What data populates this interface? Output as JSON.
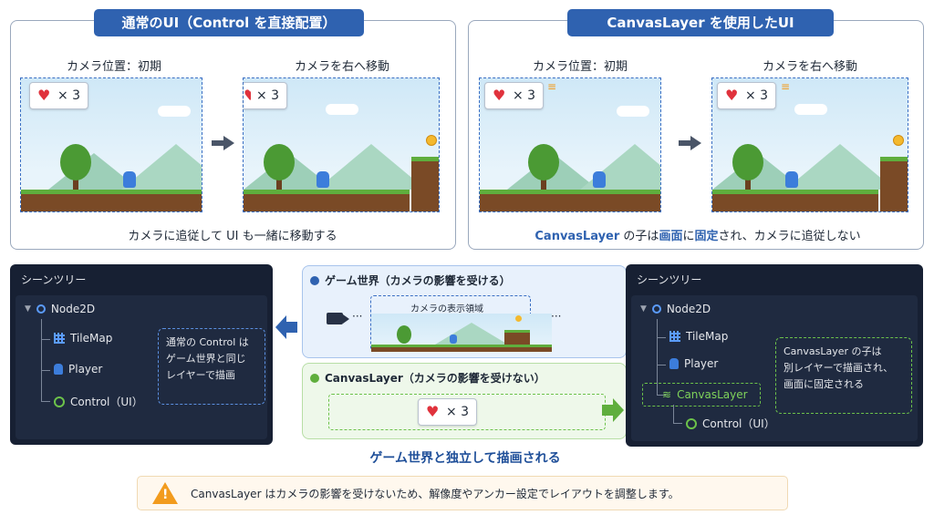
{
  "left_panel": {
    "title": "通常のUI（Control を直接配置）",
    "before_label": "カメラ位置：初期",
    "after_label": "カメラを右へ移動",
    "caption": "カメラに追従して UI も一緒に移動する"
  },
  "right_panel": {
    "title": "CanvasLayer を使用したUI",
    "before_label": "カメラ位置：初期",
    "after_label": "カメラを右へ移動",
    "caption_prefix": "CanvasLayer",
    "caption_mid1": " の子は",
    "caption_highlight1": "画面",
    "caption_mid2": "に",
    "caption_highlight2": "固定",
    "caption_suffix": "され、カメラに追従しない"
  },
  "hud": {
    "count": "× 3",
    "icon": "heart-icon"
  },
  "scene_tree_left": {
    "title": "シーンツリー",
    "nodes": [
      "Node2D",
      "TileMap",
      "Player",
      "Control（UI）"
    ],
    "note": [
      "通常の Control は",
      "ゲーム世界と同じ",
      "レイヤーで描画"
    ]
  },
  "scene_tree_right": {
    "title": "シーンツリー",
    "nodes": [
      "Node2D",
      "TileMap",
      "Player",
      "CanvasLayer",
      "Control（UI）"
    ],
    "note": [
      "CanvasLayer の子は",
      "別レイヤーで描画され、",
      "画面に固定される"
    ]
  },
  "middle": {
    "game_world_head": "ゲーム世界（カメラの影響を受ける）",
    "camera_view_label": "カメラの表示領域",
    "ellipsis_left": "···",
    "ellipsis_right": "···",
    "canvas_head": "CanvasLayer（カメラの影響を受けない）",
    "bottom_caption": "ゲーム世界と独立して描画される"
  },
  "warning": {
    "text": "CanvasLayer はカメラの影響を受けないため、解像度やアンカー設定でレイアウトを調整します。",
    "icon": "warning-icon"
  },
  "colors": {
    "accent_blue": "#2f62b0",
    "highlight_blue": "#2f62b0",
    "game_green": "#5fae3d",
    "dark_panel": "#172033",
    "warning_orange": "#f29b1d"
  }
}
